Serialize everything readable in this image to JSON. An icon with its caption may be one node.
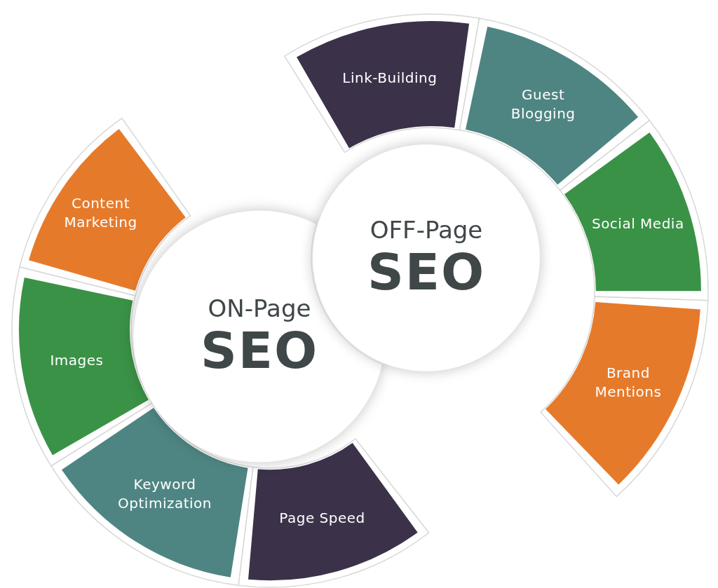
{
  "diagram": {
    "nodes": [
      {
        "text": [
          "ON-Page",
          "SEO"
        ]
      },
      {
        "text": [
          "Content Marketing"
        ]
      },
      {
        "text": [
          "Images"
        ]
      },
      {
        "text": [
          "Keyword Optimization"
        ]
      },
      {
        "text": [
          "Page Speed"
        ]
      },
      {
        "text": [
          "OFF-Page",
          "SEO"
        ]
      },
      {
        "text": [
          "Link-Building"
        ]
      },
      {
        "text": [
          "Guest Blogging"
        ]
      },
      {
        "text": [
          "Social Media"
        ]
      },
      {
        "text": [
          "Brand Mentions"
        ]
      }
    ]
  }
}
